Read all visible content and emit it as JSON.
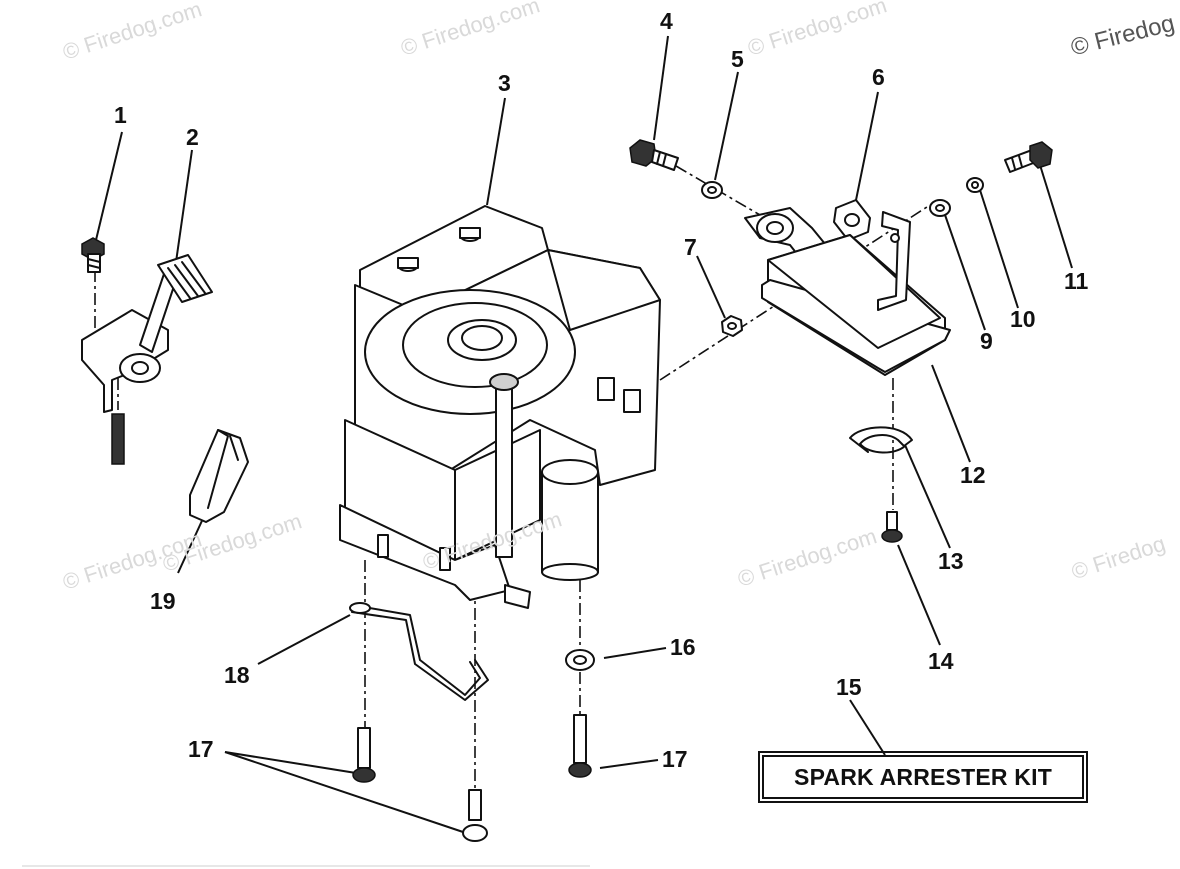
{
  "watermarks": [
    {
      "text": "© Firedog.com",
      "style": "light"
    },
    {
      "text": "© Firedog.com",
      "style": "light"
    },
    {
      "text": "© Firedog.com",
      "style": "light"
    },
    {
      "text": "© Firedog.com",
      "style": "light"
    },
    {
      "text": "© Firedog.com",
      "style": "light"
    },
    {
      "text": "© Firedog.com",
      "style": "light"
    },
    {
      "text": "© Firedog.com",
      "style": "light"
    },
    {
      "text": "© Firedog",
      "style": "light"
    },
    {
      "text": "© Firedog",
      "style": "dark"
    }
  ],
  "callouts": [
    "1",
    "2",
    "3",
    "4",
    "5",
    "6",
    "7",
    "9",
    "10",
    "11",
    "12",
    "13",
    "14",
    "15",
    "16",
    "17",
    "17",
    "18",
    "19"
  ],
  "kit_label": "SPARK ARRESTER KIT"
}
